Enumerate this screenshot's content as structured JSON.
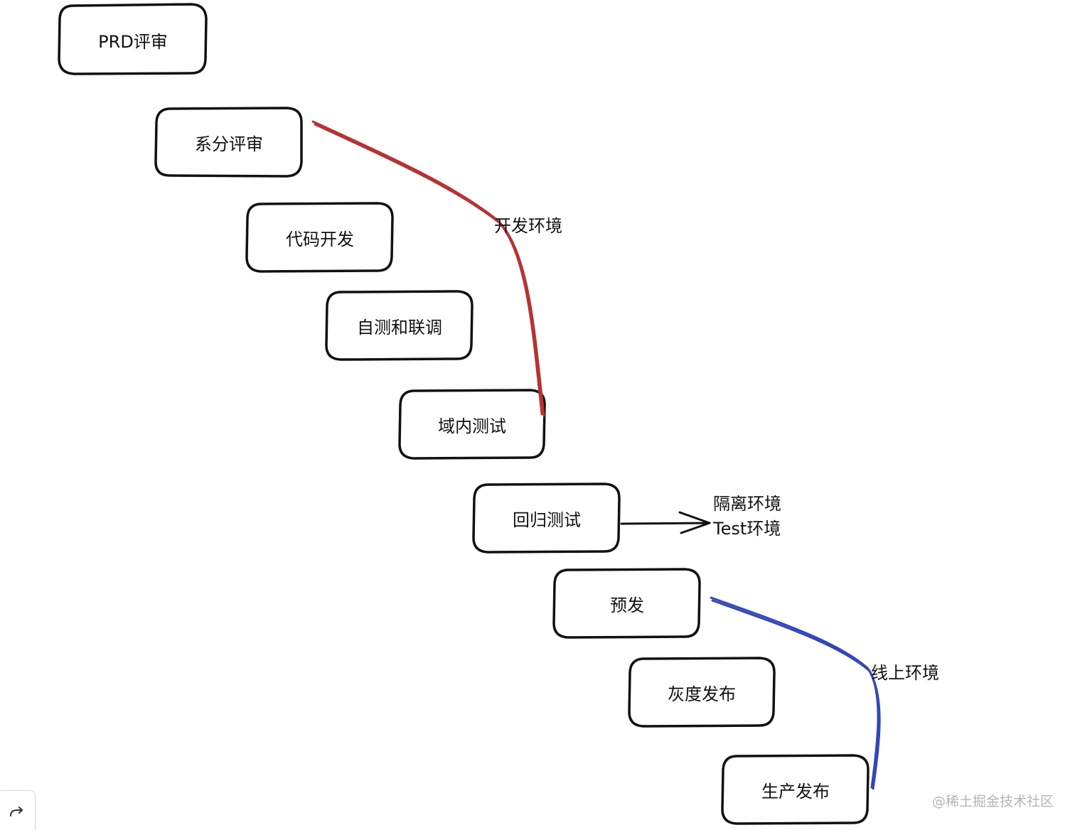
{
  "diagram": {
    "nodes": [
      {
        "id": "prd-review",
        "label": "PRD评审"
      },
      {
        "id": "system-review",
        "label": "系分评审"
      },
      {
        "id": "coding",
        "label": "代码开发"
      },
      {
        "id": "self-test",
        "label": "自测和联调"
      },
      {
        "id": "domain-test",
        "label": "域内测试"
      },
      {
        "id": "regression-test",
        "label": "回归测试"
      },
      {
        "id": "pre-release",
        "label": "预发"
      },
      {
        "id": "gray-release",
        "label": "灰度发布"
      },
      {
        "id": "production-release",
        "label": "生产发布"
      }
    ],
    "annotations": {
      "dev_env": "开发环境",
      "isolated_env": "隔离环境",
      "test_env": "Test环境",
      "online_env": "线上环境"
    },
    "colors": {
      "dev_curve": "#b83232",
      "online_curve": "#3347b8",
      "box_stroke": "#111111"
    }
  },
  "watermark": "@稀土掘金技术社区",
  "corner_icon": "redo-arrow-icon"
}
